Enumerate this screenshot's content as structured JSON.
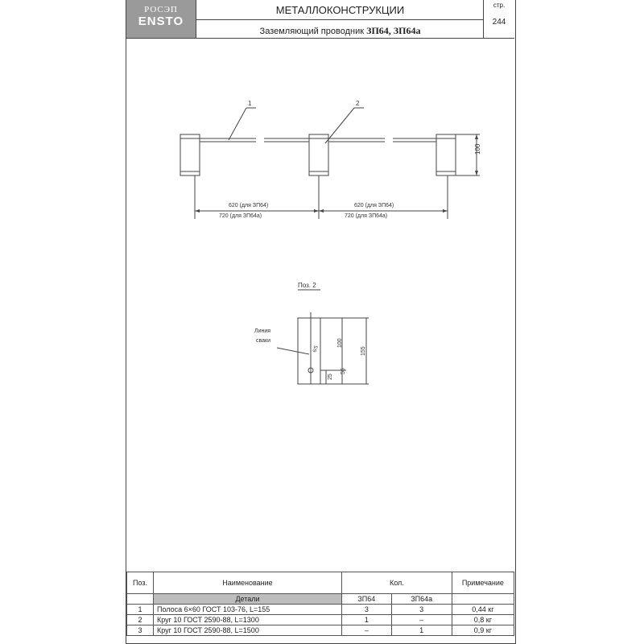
{
  "title_block": {
    "logo_top": "РОСЭП",
    "logo_bottom": "ENSTO",
    "title": "МЕТАЛЛОКОНСТРУКЦИИ",
    "subtitle_prefix": "Заземляющий проводник",
    "subtitle_codes": "ЗП64, ЗП64а",
    "sheet_label": "стр.",
    "sheet_number": "244"
  },
  "drawing": {
    "callout_1": "1",
    "callout_2": "2",
    "height_dim": "100",
    "dim_left_a": "620 (для ЗП64)",
    "dim_left_b": "720 (для ЗП64а)",
    "dim_right_a": "620 (для ЗП64)",
    "dim_right_b": "720 (для ЗП64а)"
  },
  "detail": {
    "title": "Поз. 2",
    "weld_label_1": "Линия",
    "weld_label_2": "сваки",
    "dim_100": "100",
    "dim_155": "155",
    "dim_55": "55",
    "dim_25": "25",
    "weld_mark": "6/5"
  },
  "table": {
    "headers": {
      "pos": "Поз.",
      "name": "Наименование",
      "qty": "Кол.",
      "note": "Примечание"
    },
    "section": "Детали",
    "qty_cols": [
      "ЗП64",
      "ЗП64а"
    ],
    "rows": [
      {
        "pos": "1",
        "name": "Полоса 6×60 ГОСТ 103-76, L=155",
        "q1": "3",
        "q2": "3",
        "note": "0,44 кг"
      },
      {
        "pos": "2",
        "name": "Круг 10 ГОСТ 2590-88, L=1300",
        "q1": "1",
        "q2": "–",
        "note": "0,8 кг"
      },
      {
        "pos": "3",
        "name": "Круг 10 ГОСТ 2590-88, L=1500",
        "q1": "–",
        "q2": "1",
        "note": "0,9 кг"
      }
    ]
  }
}
